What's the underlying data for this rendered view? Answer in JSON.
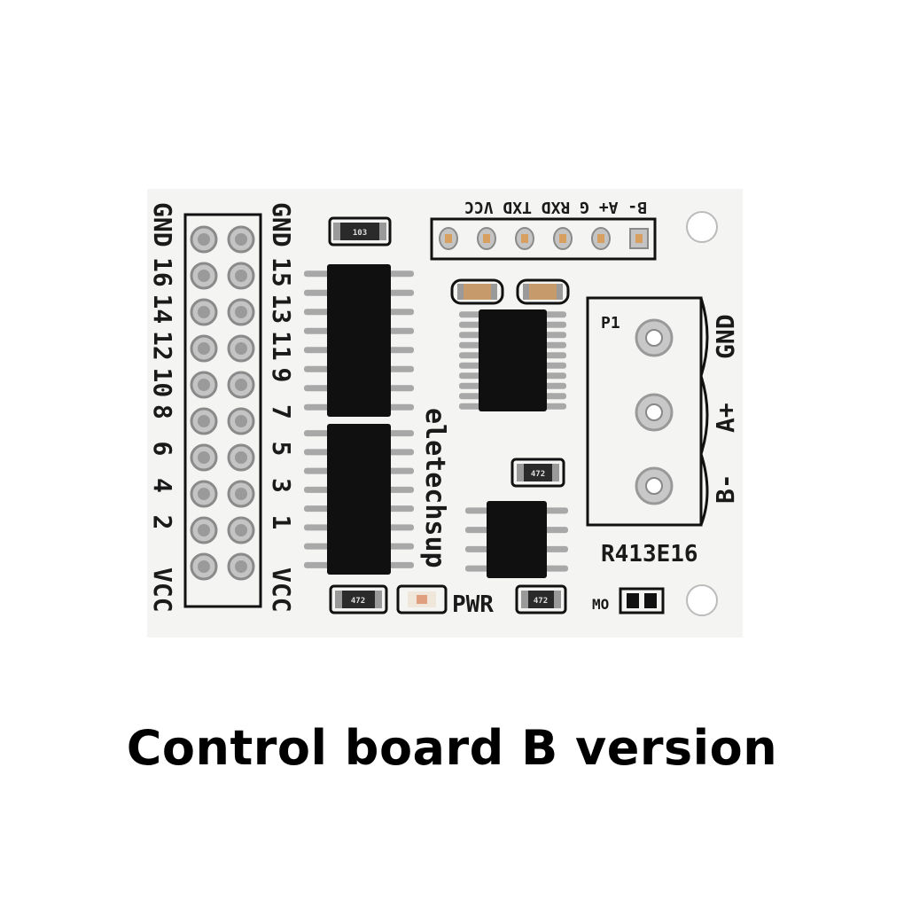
{
  "photo": {
    "left_header_labels": [
      "GND",
      "16",
      "14",
      "12",
      "10",
      "8",
      "6",
      "4",
      "2",
      "VCC"
    ],
    "right_header_labels": [
      "GND",
      "15",
      "13",
      "11",
      "9",
      "7",
      "5",
      "3",
      "1",
      "VCC"
    ],
    "top_header_labels": [
      "VCC",
      "TXD",
      "RXD",
      "G",
      "A+",
      "B-"
    ],
    "terminal_labels": [
      "GND",
      "A+",
      "B-"
    ],
    "terminal_ref": "P1",
    "brand": "eletechsup",
    "model": "R413E16",
    "power_label": "PWR",
    "mode_label": "MO",
    "resistor_codes": [
      "103",
      "472",
      "472",
      "472"
    ]
  },
  "caption": "Control board B version"
}
